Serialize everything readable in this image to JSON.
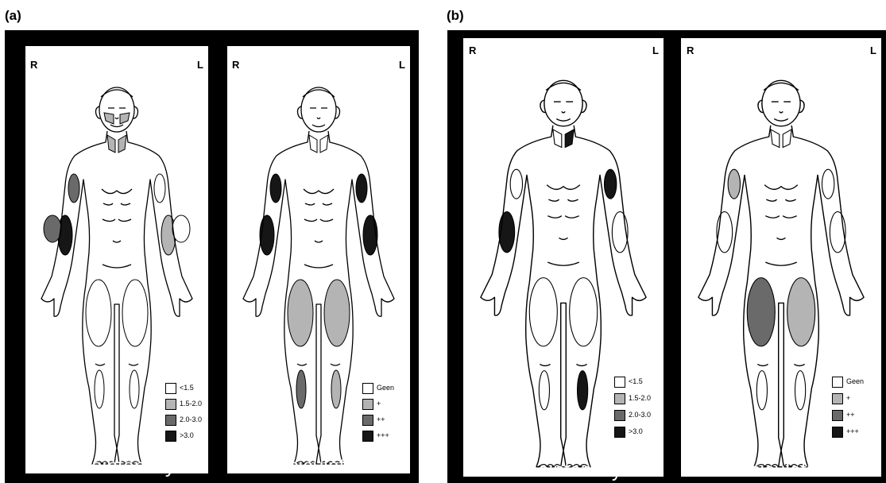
{
  "figure": {
    "panel_a_label": "(a)",
    "panel_b_label": "(b)"
  },
  "side_labels": {
    "right": "R",
    "left": "L"
  },
  "legends": {
    "echointensity": [
      "<1.5",
      "1.5-2.0",
      "2.0-3.0",
      ">3.0"
    ],
    "fasciculations": [
      "Geen",
      "+",
      "++",
      "+++"
    ]
  },
  "captions": {
    "echointensity": "Echointensity",
    "fasciculations": "Fasciculations"
  },
  "colors": {
    "level0": "#ffffff",
    "level1": "#b4b4b4",
    "level2": "#6a6a6a",
    "level3": "#161616"
  },
  "cards": [
    {
      "id": "a-echo",
      "muscles": {
        "neck_r": 1,
        "neck_l": 1,
        "face_r": 1,
        "face_l": 1,
        "upperarm_r": 2,
        "upperarm_l": 0,
        "forearm_r": 3,
        "forearm_l": 1,
        "outer_forearm_r": 2,
        "outer_forearm_l": 0,
        "thigh_r": 0,
        "thigh_l": 0,
        "calf_r": 0,
        "calf_l": 0
      }
    },
    {
      "id": "a-fasc",
      "muscles": {
        "neck_r": 0,
        "neck_l": 0,
        "upperarm_r": 3,
        "upperarm_l": 3,
        "forearm_r": 3,
        "forearm_l": 3,
        "thigh_r": 1,
        "thigh_l": 1,
        "calf_r": 2,
        "calf_l": 1
      }
    },
    {
      "id": "b-echo",
      "muscles": {
        "neck_r": 0,
        "neck_l": 3,
        "upperarm_r": 0,
        "upperarm_l": 3,
        "forearm_r": 3,
        "forearm_l": 0,
        "thigh_r": 0,
        "thigh_l": 0,
        "calf_r": 0,
        "calf_l": 3
      }
    },
    {
      "id": "b-fasc",
      "muscles": {
        "neck_r": 0,
        "neck_l": 0,
        "upperarm_r": 1,
        "upperarm_l": 0,
        "forearm_r": 0,
        "forearm_l": 0,
        "thigh_r": 2,
        "thigh_l": 1,
        "calf_r": 0,
        "calf_l": 0
      }
    }
  ]
}
